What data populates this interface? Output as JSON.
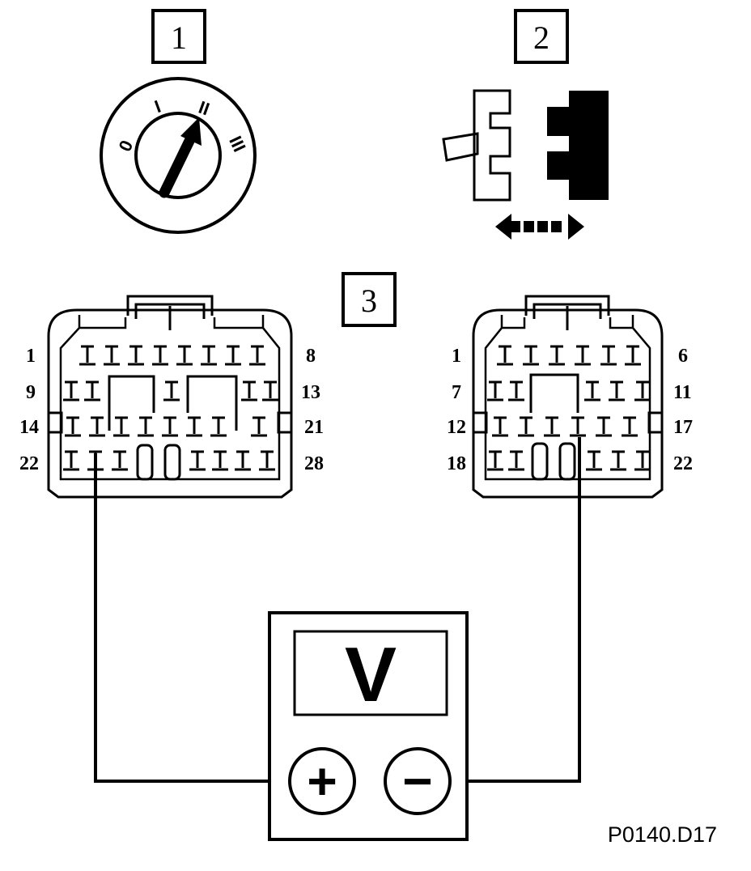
{
  "figure": {
    "reference": "P0140.D17"
  },
  "steps": [
    {
      "number": "1"
    },
    {
      "number": "2"
    },
    {
      "number": "3"
    }
  ],
  "ignition_switch": {
    "positions": [
      "0",
      "I",
      "II",
      "III"
    ]
  },
  "connector_left": {
    "row_labels_left": [
      "1",
      "9",
      "14",
      "22"
    ],
    "row_labels_right": [
      "8",
      "13",
      "21",
      "28"
    ]
  },
  "connector_right": {
    "row_labels_left": [
      "1",
      "7",
      "12",
      "18"
    ],
    "row_labels_right": [
      "6",
      "11",
      "17",
      "22"
    ]
  },
  "voltmeter": {
    "display": "V",
    "positive_terminal": "+",
    "negative_terminal": "−"
  }
}
